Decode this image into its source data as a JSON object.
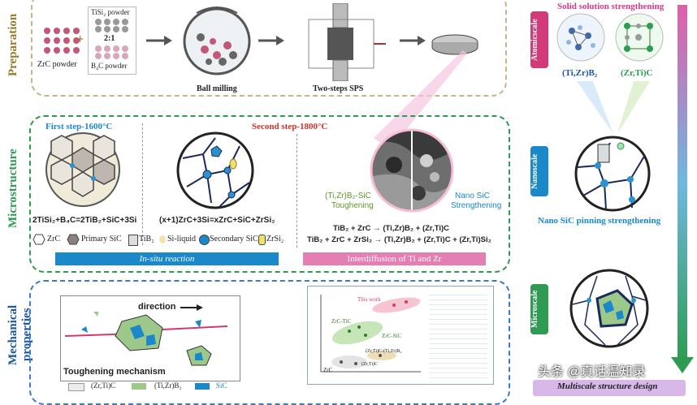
{
  "rows": {
    "preparation": "Preparation",
    "microstructure": "Microstructure",
    "mechanical": "Mechanical properties"
  },
  "prep": {
    "zrc": "ZrC powder",
    "tisi2": "TiSi₂ powder",
    "ratio": "2:1",
    "b4c": "B₄C powder",
    "plus": "+",
    "ball": "Ball milling",
    "sps": "Two-steps SPS"
  },
  "micro": {
    "step1": "First step-1600°C",
    "step2": "Second step-1800°C",
    "eq1": "2TiSi₂+B₄C=2TiB₂+SiC+3Si",
    "eq2": "(x+1)ZrC+3Si=xZrC+SiC+ZrSi₂",
    "tough_a": "(Ti,Zr)B₂-SiC",
    "tough_b": "Toughening",
    "nano_a": "Nano SiC",
    "nano_b": "Strengthening",
    "r1": "TiB₂ + ZrC → (Ti,Zr)B₂ + (Zr,Ti)C",
    "r2": "TiB₂ + ZrC + ZrSi₂ → (Ti,Zr)B₂ + (Zr,Ti)C + (Zr,Ti)Si₂",
    "legend": [
      "ZrC",
      "Primary SiC",
      "TiB₂",
      "Si-liquid",
      "Secondary SiC",
      "ZrSi₂"
    ],
    "bar1": "In-situ reaction",
    "bar2": "Interdiffusion of Ti and Zr"
  },
  "mech": {
    "direction": "direction",
    "toughening": "Toughening mechanism",
    "legend": [
      "(Zr,Ti)C",
      "(Ti,Zr)B₂",
      "SiC"
    ],
    "chart_labels": [
      "This work",
      "ZrC-TiC",
      "ZrC-SiC",
      "(Zr,Ti)C-(Ti,Zr)B₂",
      "(Zr,Ti)C",
      "ZrC"
    ]
  },
  "scales": {
    "title": "Solid solution strengthening",
    "atomic": "Atomicscale",
    "nano": "Nanoscale",
    "micro": "Microscale",
    "phase1": "(Ti,Zr)B₂",
    "phase2": "(Zr,Ti)C",
    "pinning": "Nano SiC pinning strengthening",
    "multi": "Multiscale structure design"
  },
  "watermark": "头条 @真话温知录",
  "colors": {
    "green": "#2e9a52",
    "pink": "#e0559a",
    "blue": "#1a88c9",
    "olive": "#9a7a2a"
  }
}
